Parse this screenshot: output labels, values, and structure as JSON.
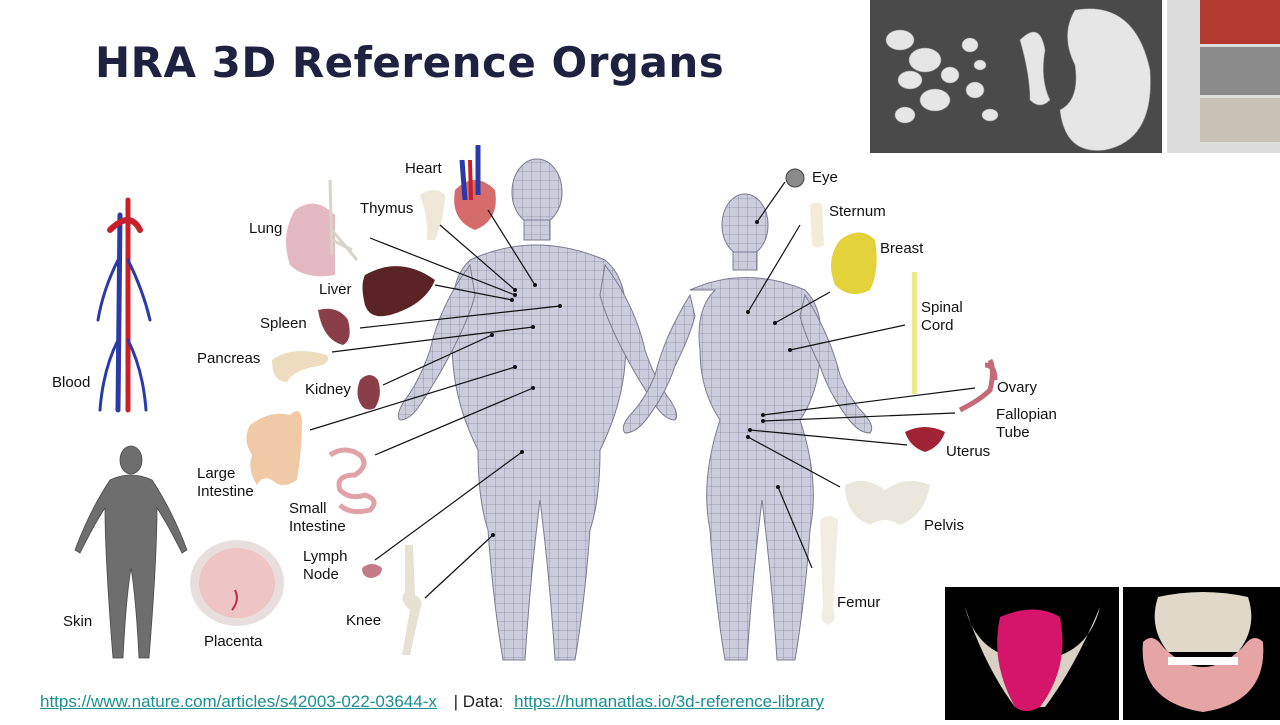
{
  "slide": {
    "title": "HRA 3D Reference Organs"
  },
  "labels": {
    "heart": "Heart",
    "thymus": "Thymus",
    "lung": "Lung",
    "liver": "Liver",
    "spleen": "Spleen",
    "pancreas": "Pancreas",
    "kidney": "Kidney",
    "blood": "Blood",
    "large_intestine": "Large\nIntestine",
    "small_intestine": "Small\nIntestine",
    "lymph_node": "Lymph\nNode",
    "knee": "Knee",
    "skin": "Skin",
    "placenta": "Placenta",
    "eye": "Eye",
    "sternum": "Sternum",
    "breast": "Breast",
    "spinal_cord": "Spinal\nCord",
    "ovary": "Ovary",
    "fallopian_tube": "Fallopian\nTube",
    "uterus": "Uterus",
    "pelvis": "Pelvis",
    "femur": "Femur"
  },
  "footer": {
    "paper_link": "https://www.nature.com/articles/s42003-022-03644-x",
    "separator": "| Data:",
    "data_link": "https://humanatlas.io/3d-reference-library"
  },
  "colors": {
    "title": "#1e2240",
    "link": "#1a8f8f",
    "mesh": "#c9cad9",
    "mesh_line": "#6d6f86"
  }
}
